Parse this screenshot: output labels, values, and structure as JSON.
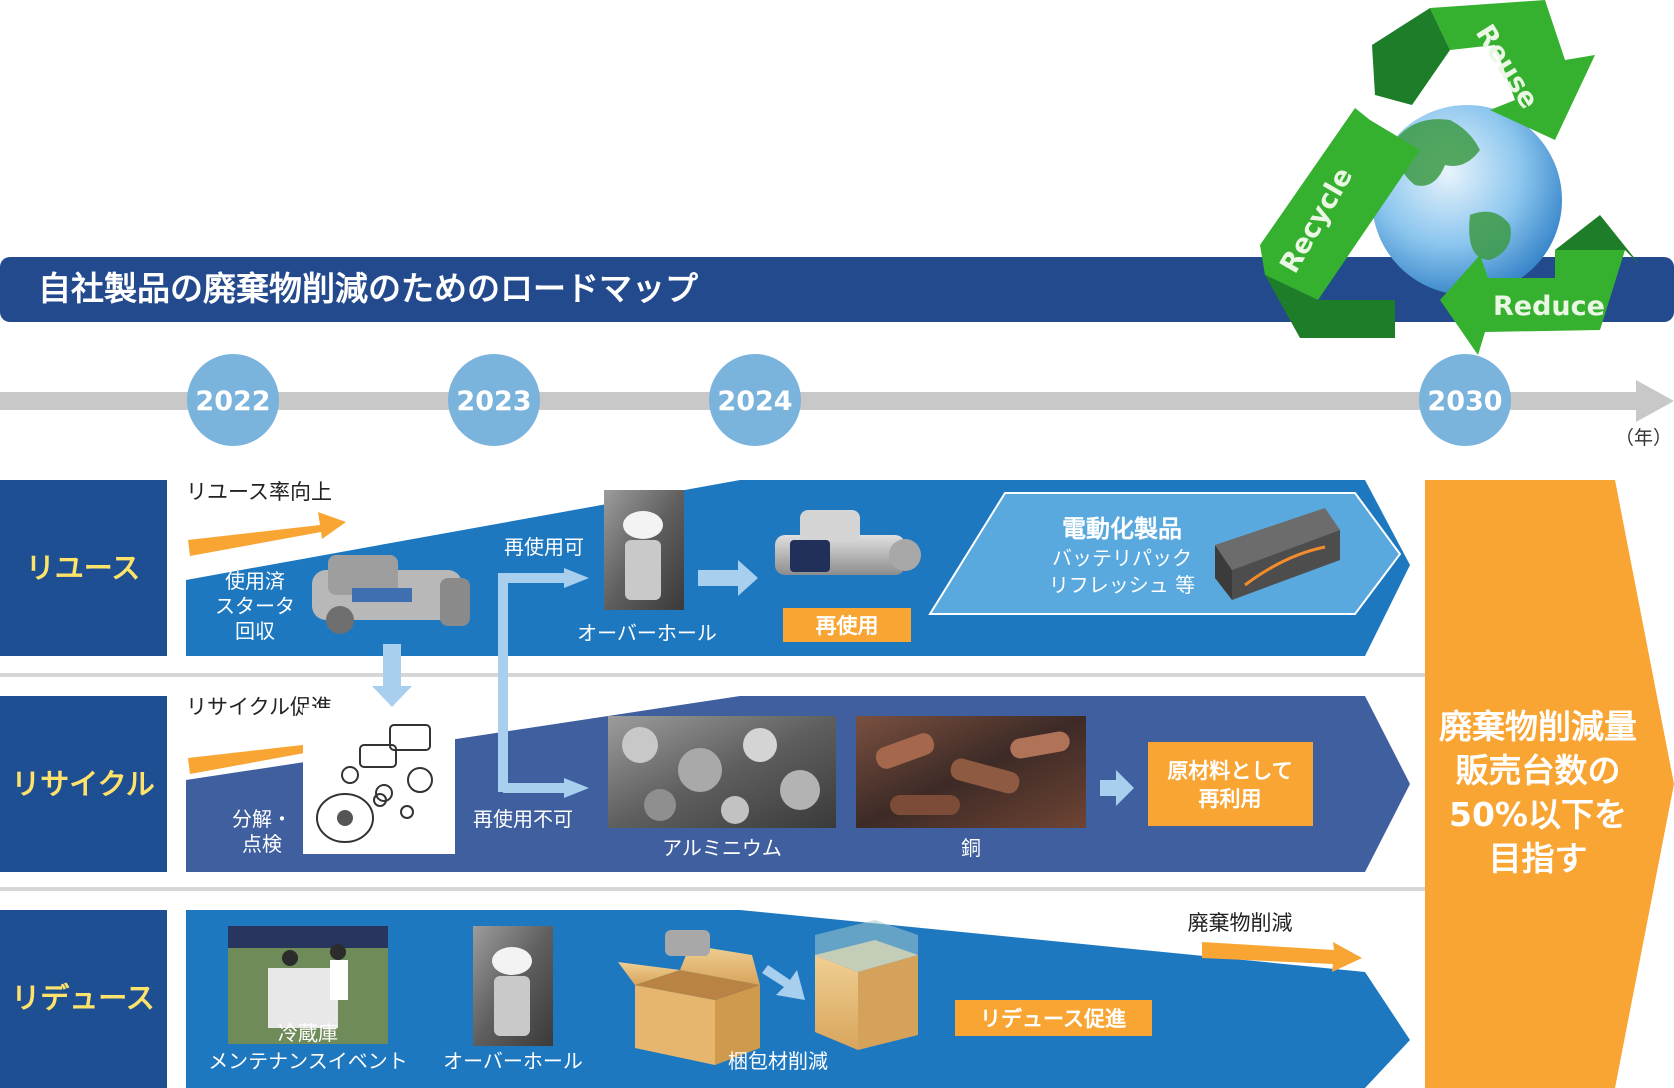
{
  "title": "自社製品の廃棄物削減のためのロードマップ",
  "timeline": {
    "years": [
      "2022",
      "2023",
      "2024",
      "2030"
    ],
    "unit": "（年）"
  },
  "recycle_logo": {
    "reuse": "Reuse",
    "recycle": "Recycle",
    "reduce": "Reduce"
  },
  "rows": {
    "reuse": {
      "label": "リユース",
      "trend": "リユース率向上",
      "collect": [
        "使用済",
        "スタータ",
        "回収"
      ],
      "reusable": "再使用可",
      "overhaul": "オーバーホール",
      "reuse_badge": "再使用",
      "ev_title": "電動化製品",
      "ev_lines": [
        "バッテリパック",
        "リフレッシュ 等"
      ]
    },
    "recycle": {
      "label": "リサイクル",
      "trend": "リサイクル促進",
      "inspect": [
        "分解・",
        "点検"
      ],
      "not_reusable": "再使用不可",
      "aluminum": "アルミニウム",
      "copper": "銅",
      "raw_material": [
        "原材料として",
        "再利用"
      ]
    },
    "reduce": {
      "label": "リデュース",
      "fridge": [
        "冷蔵庫",
        "メンテナンスイベント"
      ],
      "overhaul": "オーバーホール",
      "packaging": "梱包材削減",
      "badge": "リデュース促進",
      "trend": "廃棄物削減"
    }
  },
  "goal": [
    "廃棄物削減量",
    "販売台数の",
    "50%以下を",
    "目指す"
  ],
  "colors": {
    "title_bar": "#244a8e",
    "row_label": "#1f4f93",
    "reuse_band": "#1e78c0",
    "recycle_band": "#3f5f9f",
    "accent_orange": "#f9a533",
    "year_circle": "#7ab3dc",
    "timeline_gray": "#c8c8c8",
    "arrow_light": "#a9cfee"
  }
}
